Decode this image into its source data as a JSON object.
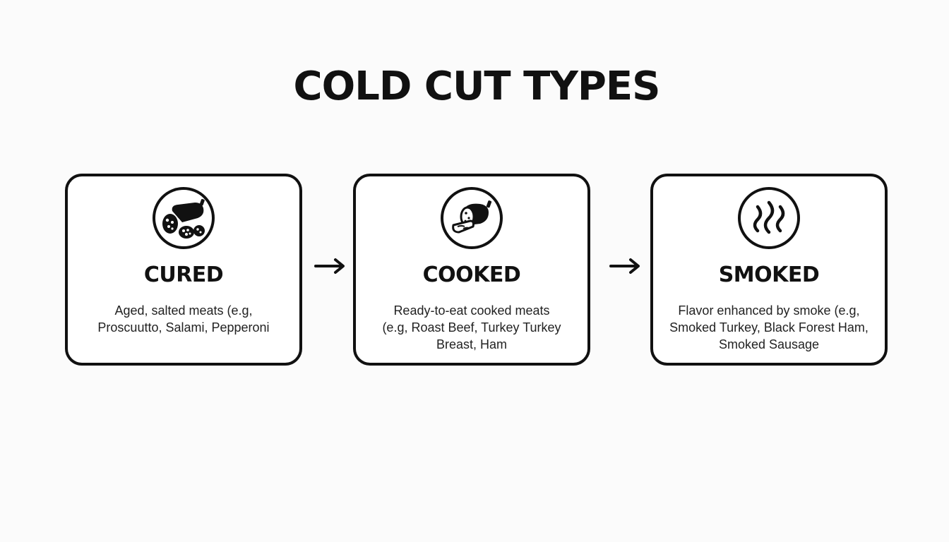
{
  "title": "COLD CUT TYPES",
  "cards": [
    {
      "icon": "salami-icon",
      "title": "CURED",
      "desc_lines": [
        "Aged, salted meats (e.g,",
        "Proscuutto, Salami, Pepperoni"
      ]
    },
    {
      "icon": "ham-icon",
      "title": "COOKED",
      "desc_lines": [
        "Ready-to-eat cooked meats",
        "(e.g, Roast Beef, Turkey Turkey",
        "Breast, Ham"
      ]
    },
    {
      "icon": "smoke-icon",
      "title": "SMOKED",
      "desc_lines": [
        "Flavor enhanced by smoke (e.g,",
        "Smoked Turkey, Black Forest Ham,",
        "Smoked Sausage"
      ]
    }
  ],
  "colors": {
    "stroke": "#111111",
    "background": "#fbfbfb",
    "card_fill": "#ffffff"
  }
}
